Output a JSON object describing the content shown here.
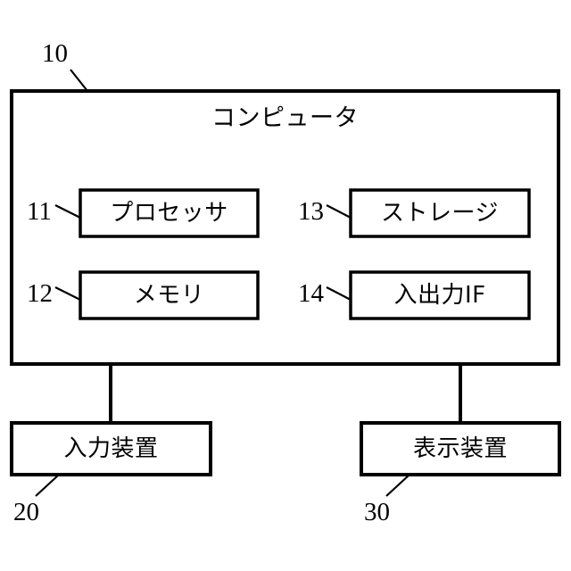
{
  "figure": {
    "type": "block-diagram",
    "description": "Patent-style hardware block diagram of a computer system",
    "stroke_color": "#000000",
    "fill_color": "#ffffff",
    "background": "#ffffff"
  },
  "container": {
    "title": "コンピュータ",
    "reference_number": "10"
  },
  "components": [
    {
      "key": "processor",
      "label": "プロセッサ",
      "reference_number": "11"
    },
    {
      "key": "memory",
      "label": "メモリ",
      "reference_number": "12"
    },
    {
      "key": "storage",
      "label": "ストレージ",
      "reference_number": "13"
    },
    {
      "key": "io_interface",
      "label": "入出力IF",
      "reference_number": "14"
    }
  ],
  "peripherals": [
    {
      "key": "input_device",
      "label": "入力装置",
      "reference_number": "20"
    },
    {
      "key": "display_device",
      "label": "表示装置",
      "reference_number": "30"
    }
  ]
}
